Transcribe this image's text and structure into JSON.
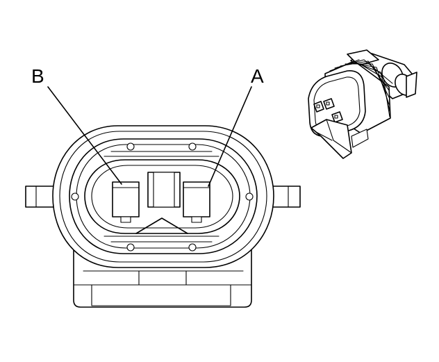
{
  "diagram": {
    "pin_labels": [
      {
        "id": "B",
        "text": "B"
      },
      {
        "id": "A",
        "text": "A"
      }
    ],
    "colors": {
      "line": "#000000",
      "background": "#ffffff"
    }
  }
}
